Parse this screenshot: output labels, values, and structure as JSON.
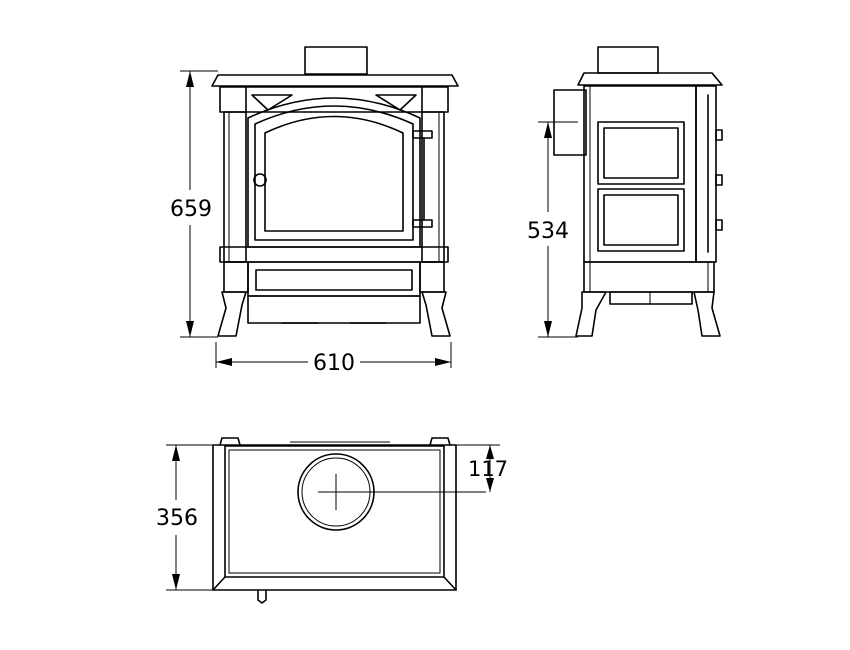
{
  "dimensions": {
    "height_front": "659",
    "width_front": "610",
    "height_side": "534",
    "depth_top": "356",
    "flue_offset": "117"
  }
}
